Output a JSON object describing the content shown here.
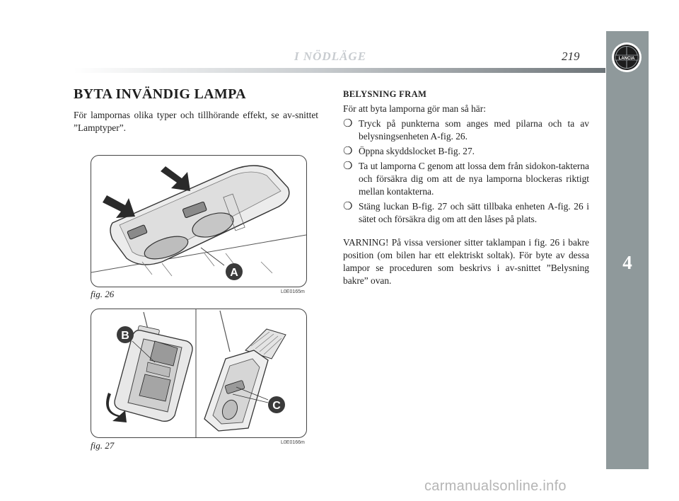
{
  "header": {
    "title": "I NÖDLÄGE",
    "page_number": "219"
  },
  "side_tab": {
    "chapter_number": "4",
    "logo_text": "LANCIA",
    "color": "#8f999b"
  },
  "left": {
    "heading": "BYTA INVÄNDIG LAMPA",
    "intro": "För lampornas olika typer och tillhörande effekt, se av-snittet ”Lamptyper”."
  },
  "figures": [
    {
      "caption": "fig. 26",
      "code": "L0E0165m",
      "labels": [
        "A"
      ]
    },
    {
      "caption": "fig. 27",
      "code": "L0E0166m",
      "labels": [
        "B",
        "C"
      ]
    }
  ],
  "right": {
    "subheading": "BELYSNING FRAM",
    "lead": "För att byta lamporna gör man så här:",
    "bullet_symbol": "❍",
    "steps": [
      "Tryck på punkterna som anges med pilarna och ta av belysningsenheten A-fig. 26.",
      "Öppna skyddslocket B-fig. 27.",
      "Ta ut lamporna C genom att lossa dem från sidokon-takterna och försäkra dig om att de nya lamporna blockeras riktigt mellan kontakterna.",
      "Stäng luckan B-fig. 27 och sätt tillbaka enheten A-fig. 26 i sätet och försäkra dig om att den låses på plats."
    ],
    "warning": "VARNING! På vissa versioner sitter taklampan i fig. 26 i bakre position (om bilen har ett elektriskt soltak). För byte av dessa lampor se proceduren som beskrivs i av-snittet ”Belysning bakre” ovan."
  },
  "watermark": "carmanualsonline.info"
}
